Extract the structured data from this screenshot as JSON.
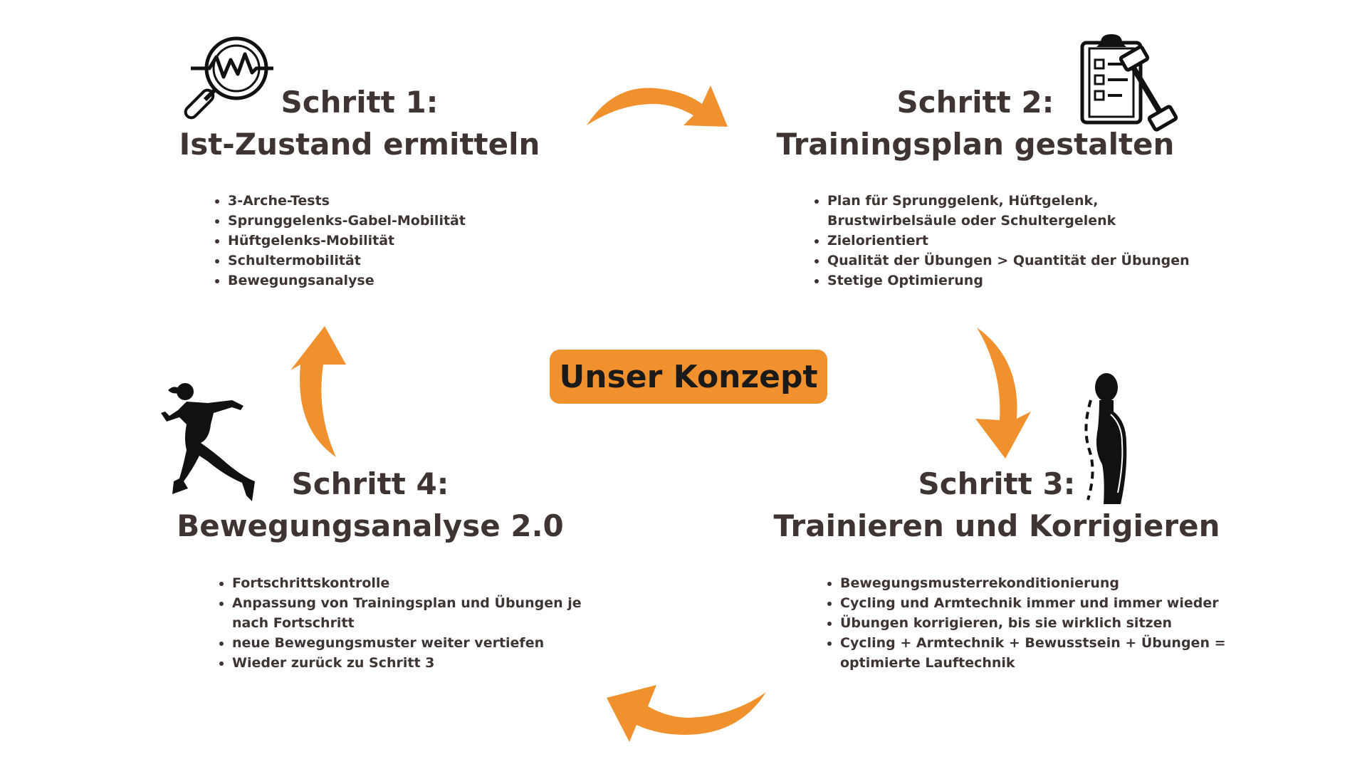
{
  "center": {
    "label": "Unser Konzept"
  },
  "steps": [
    {
      "heading": "Schritt 1:",
      "subtitle": "Ist-Zustand ermitteln",
      "icon": "magnifier-pulse-icon",
      "bullets": [
        "3-Arche-Tests",
        "Sprunggelenks-Gabel-Mobilität",
        "Hüftgelenks-Mobilität",
        "Schultermobilität",
        "Bewegungsanalyse"
      ]
    },
    {
      "heading": "Schritt 2:",
      "subtitle": "Trainingsplan gestalten",
      "icon": "clipboard-dumbbell-icon",
      "bullets": [
        "Plan für Sprunggelenk, Hüftgelenk, Brustwirbelsäule oder Schultergelenk",
        "Zielorientiert",
        "Qualität der Übungen > Quantität der Übungen",
        "Stetige Optimierung"
      ]
    },
    {
      "heading": "Schritt 3:",
      "subtitle": "Trainieren und Korrigieren",
      "icon": "posture-silhouette-icon",
      "bullets": [
        "Bewegungsmusterrekonditionierung",
        "Cycling und Armtechnik immer und immer wieder",
        "Übungen korrigieren, bis sie wirklich sitzen",
        "Cycling + Armtechnik + Bewusstsein + Übungen = optimierte Lauftechnik"
      ]
    },
    {
      "heading": "Schritt 4:",
      "subtitle": "Bewegungsanalyse 2.0",
      "icon": "runner-silhouette-icon",
      "bullets": [
        "Fortschrittskontrolle",
        "Anpassung von Trainingsplan und Übungen je nach Fortschritt",
        "neue Bewegungsmuster weiter vertiefen",
        "Wieder zurück zu Schritt 3"
      ]
    }
  ],
  "colors": {
    "accent": "#f0912e",
    "text": "#3e3533",
    "icon": "#111111"
  }
}
